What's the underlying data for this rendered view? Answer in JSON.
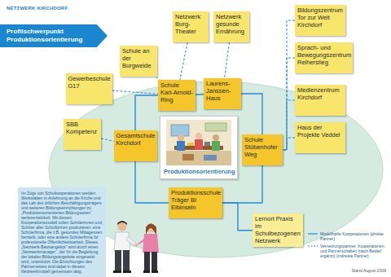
{
  "diagram": {
    "nodes": [
      {
        "text": [
          "Profilschwerpunkt Produktionsorientierung"
        ]
      },
      {
        "text": [
          "Netzwerk Burg-Theater"
        ]
      },
      {
        "text": [
          "Netzwerk gesunde Ernährung"
        ]
      },
      {
        "text": [
          "Bildungszentrum Tor zur Welt Kirchdorf"
        ]
      },
      {
        "text": [
          "Sprach- und Bewegungszentrum Reiherstieg"
        ]
      },
      {
        "text": [
          "Schule an der Burgweide"
        ]
      },
      {
        "text": [
          "Gewerbeschule G17"
        ]
      },
      {
        "text": [
          "Schule Karl-Arnold-Ring"
        ]
      },
      {
        "text": [
          "Laurens-Janssen-Haus"
        ]
      },
      {
        "text": [
          "Medienzentrum Kirchdorf"
        ]
      },
      {
        "text": [
          "SBB Kompetenz"
        ]
      },
      {
        "text": [
          "Haus der Projekte Veddel"
        ]
      },
      {
        "text": [
          "Produktionsorientierung"
        ]
      },
      {
        "text": [
          "Gesamtschule Kirchdorf"
        ]
      },
      {
        "text": [
          "Schule Stübenhofer Weg"
        ]
      },
      {
        "text": [
          "Produktionsschule Träger BI Elbinseln"
        ]
      },
      {
        "text": [
          "Lernort Praxis im Schulbezogenen Netzwerk"
        ]
      },
      {
        "text": [
          "Im Zuge von Schulkooperationen werden Werkstätten in Anlehnung an die Kirche und das Lab des örtlichen Beschäftigungsträgers und weiteren Bildungseinrichtungen zu „Produktionsorientierten Bildungsorten“ weiterentwickelt. Mit diesem Kooperationsmodell sollen Schülerinnen und Schüler aller Schulformen produzieren: eine Schülerfirma, die z.B. gesundes Mittagessen herstellt, oder eine andere Schülerfirma für professionelle Öffentlichkeitsarbeit. Dieses „Netzwerk-Basisangebot“ wird durch einen „Netzwerkmanager“, der für die Begleitung der lokalen Bildungsangebote eingesetzt wird, unterstützt. Die Einrichtungen des Partnernetzes sind dabei in diesem Netzwerkmodell gemeinsam tätig."
        ]
      }
    ],
    "edges": [
      {
        "from": 7,
        "to": 8,
        "arrow": "none"
      },
      {
        "from": 8,
        "to": 14,
        "arrow": "none"
      },
      {
        "from": 14,
        "to": 15,
        "arrow": "none"
      },
      {
        "from": 15,
        "to": 13,
        "arrow": "none"
      },
      {
        "from": 13,
        "to": 7,
        "arrow": "none"
      },
      {
        "from": 15,
        "to": 16,
        "arrow": "none"
      },
      {
        "from": 5,
        "to": 7,
        "arrow": "none"
      },
      {
        "from": 1,
        "to": 7,
        "arrow": "none"
      },
      {
        "from": 2,
        "to": 8,
        "arrow": "none"
      },
      {
        "from": 6,
        "to": 7,
        "arrow": "none"
      },
      {
        "from": 10,
        "to": 13,
        "arrow": "none"
      },
      {
        "from": 3,
        "to": 14,
        "arrow": "none"
      },
      {
        "from": 4,
        "to": 14,
        "arrow": "none"
      },
      {
        "from": 9,
        "to": 14,
        "arrow": "none"
      },
      {
        "from": 11,
        "to": 14,
        "arrow": "none"
      }
    ],
    "labels": [
      "NETZWERK KIRCHDORF",
      "Stand August 2009"
    ],
    "legend": [
      {
        "text": "Modellhafte Kooperationen (direkte Partner)"
      },
      {
        "text": "Vernetzungspartner, Kooperationen und Partnerschaften (nach Bedarf ergänzt) (indirekte Partner)"
      }
    ]
  }
}
